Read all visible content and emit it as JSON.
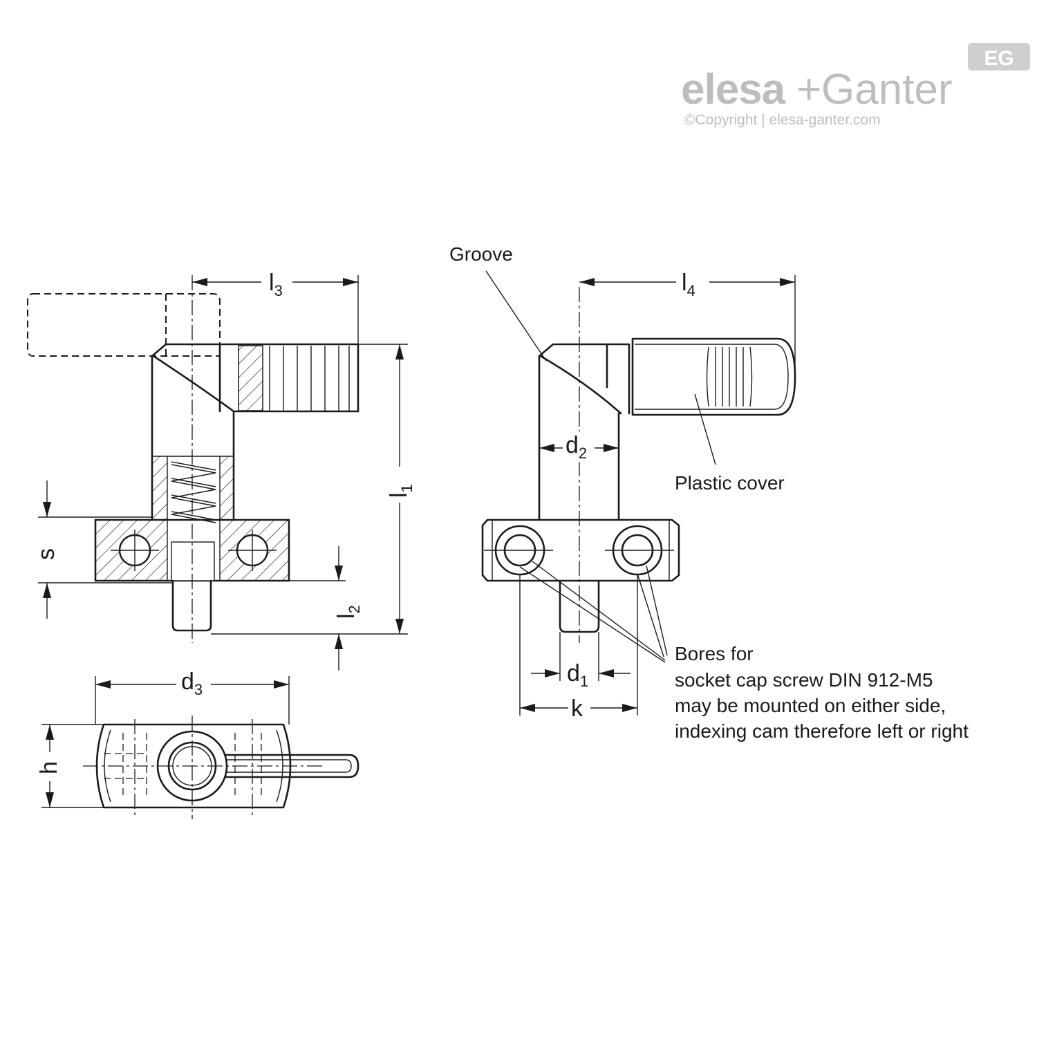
{
  "brand": {
    "logo_text_left": "elesa",
    "logo_plus": "+",
    "logo_text_right": "Ganter",
    "badge": "EG",
    "copyright": "©Copyright | elesa-ganter.com",
    "color": "#bdbdbd"
  },
  "labels": {
    "groove": "Groove",
    "plastic_cover": "Plastic cover",
    "bores_note": [
      "Bores for",
      "socket cap screw DIN 912-M5",
      "may be mounted on either side,",
      "indexing cam therefore left or right"
    ]
  },
  "dimensions": {
    "l3": {
      "main": "l",
      "sub": "3"
    },
    "l4": {
      "main": "l",
      "sub": "4"
    },
    "l1": {
      "main": "l",
      "sub": "1"
    },
    "l2": {
      "main": "l",
      "sub": "2"
    },
    "d1": {
      "main": "d",
      "sub": "1"
    },
    "d2": {
      "main": "d",
      "sub": "2"
    },
    "d3": {
      "main": "d",
      "sub": "3"
    },
    "s": {
      "main": "s"
    },
    "h": {
      "main": "h"
    },
    "k": {
      "main": "k"
    }
  }
}
